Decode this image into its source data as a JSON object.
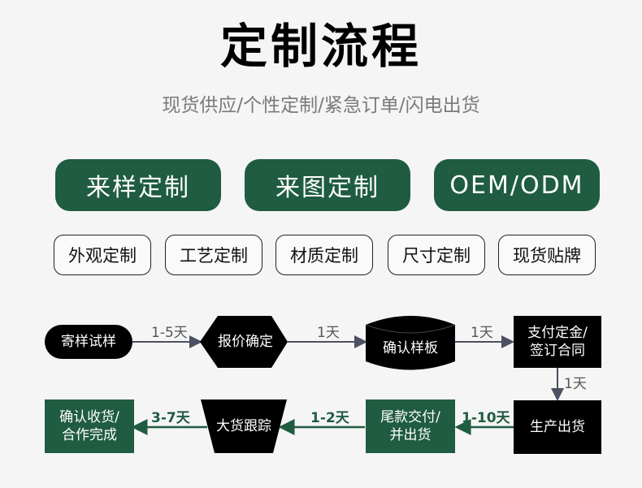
{
  "header": {
    "title": "定制流程",
    "subtitle": "现货供应/个性定制/紧急订单/闪电出货"
  },
  "primary_options": [
    {
      "label": "来样定制"
    },
    {
      "label": "来图定制"
    },
    {
      "label": "OEM/ODM"
    }
  ],
  "secondary_options": [
    {
      "label": "外观定制"
    },
    {
      "label": "工艺定制"
    },
    {
      "label": "材质定制"
    },
    {
      "label": "尺寸定制"
    },
    {
      "label": "现货贴牌"
    }
  ],
  "flow": {
    "steps": [
      {
        "label": "寄样试样",
        "shape": "pill"
      },
      {
        "label": "报价确定",
        "shape": "hexagon"
      },
      {
        "label": "确认样板",
        "shape": "cylinder"
      },
      {
        "label": "支付定金/\n签订合同",
        "line1": "支付定金/",
        "line2": "签订合同",
        "shape": "rect"
      },
      {
        "label": "生产出货",
        "shape": "rect"
      },
      {
        "label": "尾款交付/\n并出货",
        "line1": "尾款交付/",
        "line2": "并出货",
        "shape": "rect-green"
      },
      {
        "label": "大货跟踪",
        "shape": "trapezoid"
      },
      {
        "label": "确认收货/\n合作完成",
        "line1": "确认收货/",
        "line2": "合作完成",
        "shape": "rect-green"
      }
    ],
    "durations": [
      {
        "from": "寄样试样",
        "to": "报价确定",
        "label": "1-5天"
      },
      {
        "from": "报价确定",
        "to": "确认样板",
        "label": "1天"
      },
      {
        "from": "确认样板",
        "to": "支付定金/签订合同",
        "label": "1天"
      },
      {
        "from": "支付定金/签订合同",
        "to": "生产出货",
        "label": "1天"
      },
      {
        "from": "生产出货",
        "to": "尾款交付/并出货",
        "label": "1-10天"
      },
      {
        "from": "尾款交付/并出货",
        "to": "大货跟踪",
        "label": "1-2天"
      },
      {
        "from": "大货跟踪",
        "to": "确认收货/合作完成",
        "label": "3-7天"
      }
    ]
  },
  "colors": {
    "brand_green": "#1f5c42",
    "node_black": "#000000",
    "arrow_gray": "#4a5160",
    "background": "#f5f5f5"
  }
}
